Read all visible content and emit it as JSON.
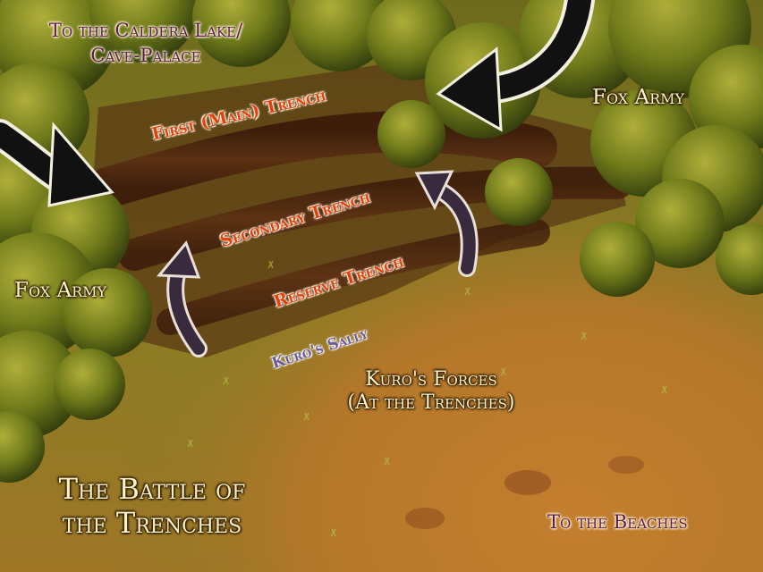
{
  "labels": {
    "caldera": "To the Caldera Lake/",
    "cave_palace": "Cave-Palace",
    "fox_army_right": "Fox Army",
    "fox_army_left": "Fox Army",
    "first_trench": "First (Main) Trench",
    "secondary_trench": "Secondary Trench",
    "reserve_trench": "Reserve Trench",
    "kuros_sally": "Kuro's Sally",
    "kuros_forces": "Kuro's Forces",
    "at_trenches": "(At the Trenches)",
    "battle_title_1": "The Battle of",
    "battle_title_2": "the Trenches",
    "beaches": "To the Beaches"
  },
  "colors": {
    "grass": "#7a7420",
    "sand": "#b87a2c",
    "trench": "#4a2410",
    "forest": "#5d6a14",
    "black_arrow": "#111111",
    "sally_arrow": "#3a2a3e",
    "trench_label": "#e2410d",
    "plum_label": "#5e1a4a",
    "cream_label": "#fff4c6"
  },
  "icons": [
    "attack-arrow-icon",
    "sally-arrow-icon"
  ]
}
